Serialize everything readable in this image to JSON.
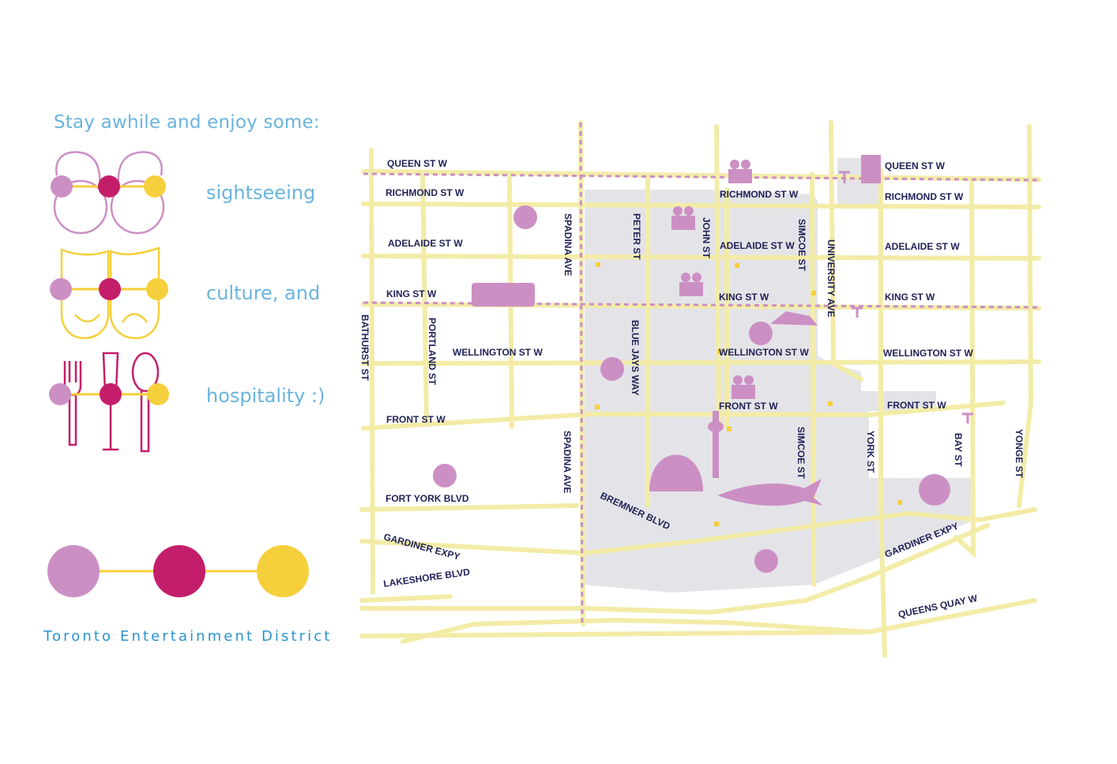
{
  "legend": {
    "intro": "Stay awhile and enjoy some:",
    "items": [
      {
        "label": "sightseeing",
        "icon": "binoculars-icon"
      },
      {
        "label": "culture, and",
        "icon": "theatre-masks-icon"
      },
      {
        "label": "hospitality :)",
        "icon": "fork-glass-spoon-icon"
      }
    ],
    "district": "Toronto Entertainment District"
  },
  "colors": {
    "lavender": "#cc8fc4",
    "magenta": "#c41e6a",
    "yellow": "#f6cf3c",
    "road": "#f3eca7",
    "district_fill": "#e4e4e8",
    "text_blue": "#6ab4dd",
    "label_navy": "#1f2155"
  },
  "map": {
    "streets": {
      "queen_w": "QUEEN ST W",
      "queen_e": "QUEEN ST W",
      "richmond_w": "RICHMOND ST W",
      "richmond_c": "RICHMOND ST W",
      "richmond_e": "RICHMOND ST W",
      "adelaide_w": "ADELAIDE ST W",
      "adelaide_c": "ADELAIDE ST W",
      "adelaide_e": "ADELAIDE ST W",
      "king_w": "KING ST W",
      "king_c": "KING ST W",
      "king_e": "KING ST W",
      "wellington_w": "WELLINGTON ST W",
      "wellington_c": "WELLINGTON ST W",
      "wellington_e": "WELLINGTON ST W",
      "front_w": "FRONT ST W",
      "front_c": "FRONT ST W",
      "front_e": "FRONT ST W",
      "fort_york": "FORT YORK BLVD",
      "gardiner_w": "GARDINER EXPY",
      "gardiner_e": "GARDINER EXPY",
      "lakeshore": "LAKESHORE BLVD",
      "bremner": "BREMNER BLVD",
      "queens_quay": "QUEENS QUAY W",
      "bathurst": "BATHURST ST",
      "portland": "PORTLAND ST",
      "spadina_n": "SPADINA AVE",
      "spadina_s": "SPADINA AVE",
      "peter": "PETER ST",
      "john": "JOHN ST",
      "blue_jays": "BLUE JAYS WAY",
      "simcoe_n": "SIMCOE ST",
      "simcoe_s": "SIMCOE ST",
      "university": "UNIVERSITY AVE",
      "york": "YORK ST",
      "bay": "BAY ST",
      "yonge": "YONGE ST"
    }
  }
}
